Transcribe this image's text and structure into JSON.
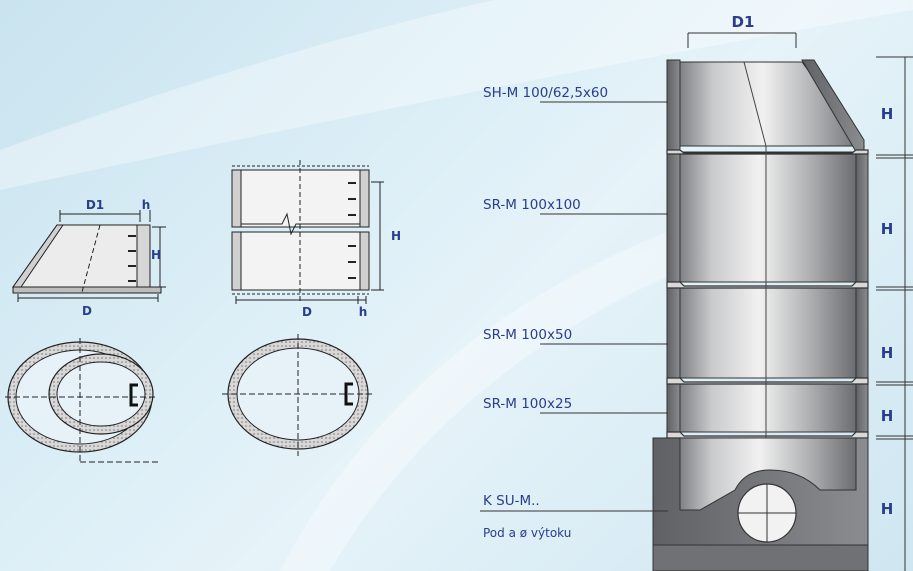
{
  "labels": {
    "d1_small": "D1",
    "h_small": "h",
    "H_small": "H",
    "D_small": "D",
    "H_mid": "H",
    "D_mid": "D",
    "h_mid": "h",
    "D1_big": "D1"
  },
  "parts": [
    {
      "prefix": "SH-M ",
      "code": "100/62,5x60"
    },
    {
      "prefix": "SR-M ",
      "code": "100x100"
    },
    {
      "prefix": "SR-M ",
      "code": "100x50"
    },
    {
      "prefix": "SR-M ",
      "code": "100x25"
    },
    {
      "prefix": "K SU-M..",
      "code": ""
    }
  ],
  "footnote": "Pod a ø výtoku",
  "height_labels": [
    "H",
    "H",
    "H",
    "H",
    "H"
  ],
  "colors": {
    "accent": "#2a3e8c",
    "ring": "#7a7a7a"
  }
}
